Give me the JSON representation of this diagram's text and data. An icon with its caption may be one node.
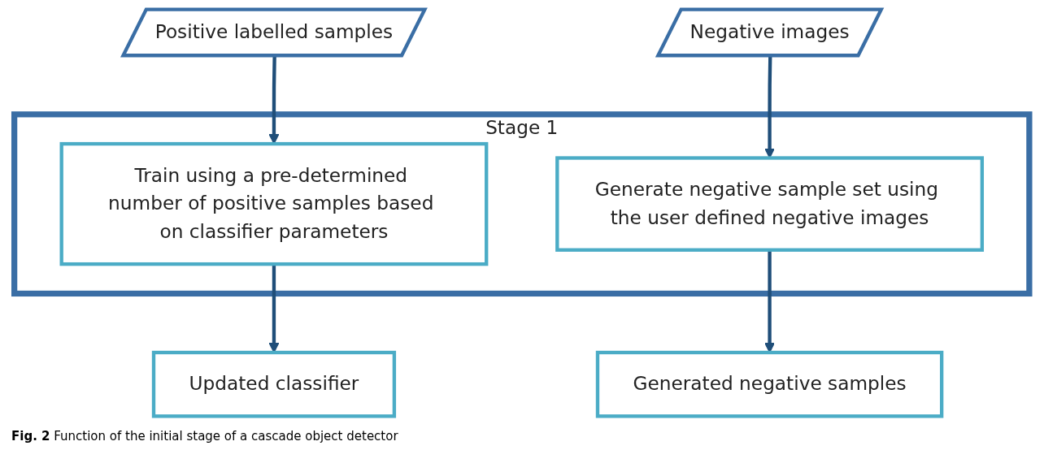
{
  "diagram": {
    "caption": "**Fig. 2** Function of the initial stage of a cascade object detector",
    "nodes": [
      {
        "text": [
          "Positive labelled samples"
        ]
      },
      {
        "text": [
          "Negative images"
        ]
      },
      {
        "text": [
          "Stage 1"
        ]
      },
      {
        "text": [
          "Train using a pre-determined number of positive samples based on classifier parameters"
        ],
        "in": 2
      },
      {
        "text": [
          "Generate negative sample set using the user defined negative images"
        ],
        "in": 2
      },
      {
        "text": [
          "Updated classifier"
        ]
      },
      {
        "text": [
          "Generated negative samples"
        ]
      }
    ],
    "edges": [
      {
        "from": 0,
        "to": 3,
        "arrow": "to"
      },
      {
        "from": 1,
        "to": 4,
        "arrow": "to"
      },
      {
        "from": 3,
        "to": 5,
        "arrow": "to"
      },
      {
        "from": 4,
        "to": 6,
        "arrow": "to"
      }
    ]
  }
}
